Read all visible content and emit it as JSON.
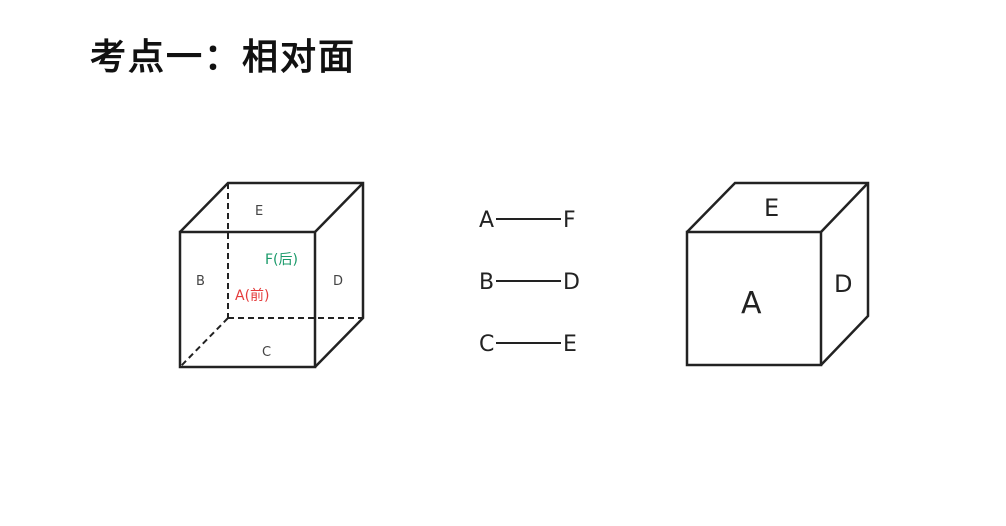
{
  "title": "考点一：相对面",
  "left_cube": {
    "top": "E",
    "left": "B",
    "right": "D",
    "bottom": "C",
    "back": "F(后)",
    "front": "A(前)",
    "back_color": "#1a9a6a",
    "front_color": "#e53b3b"
  },
  "pairs": [
    {
      "a": "A",
      "b": "F"
    },
    {
      "a": "B",
      "b": "D"
    },
    {
      "a": "C",
      "b": "E"
    }
  ],
  "right_cube": {
    "front": "A",
    "top": "E",
    "right": "D"
  }
}
